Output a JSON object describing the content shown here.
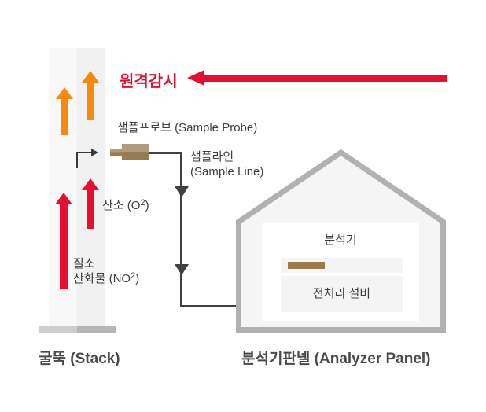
{
  "diagram": {
    "remote_monitoring_label": "원격감시",
    "sample_probe_label": "샘플프로브 (Sample Probe)",
    "sample_line_label_ko": "샘플라인",
    "sample_line_label_en": "(Sample Line)",
    "oxygen_label": {
      "base": "산소 (O",
      "sup": "2",
      "close": ")"
    },
    "nox_label": {
      "line1": "질소",
      "base": "산화물 (NO",
      "sup": "2",
      "close": ")"
    },
    "stack_caption": "굴뚝 (Stack)",
    "analyzer_panel_caption": "분석기판넬 (Analyzer Panel)",
    "analyzer_label": "분석기",
    "pretreatment_label": "전처리 설비"
  },
  "colors": {
    "red": "#e50f2f",
    "orange": "#f8890f",
    "probe_tan_light": "#b09b7a",
    "probe_tan_dark": "#967c50",
    "indicator_brown": "#997b4d",
    "line_dark": "#404040",
    "house_border": "#b1b1b1",
    "house_fill": "#f5f5f5",
    "text_dark": "#3e3e3e",
    "caption_gray": "#4a4a4a"
  }
}
